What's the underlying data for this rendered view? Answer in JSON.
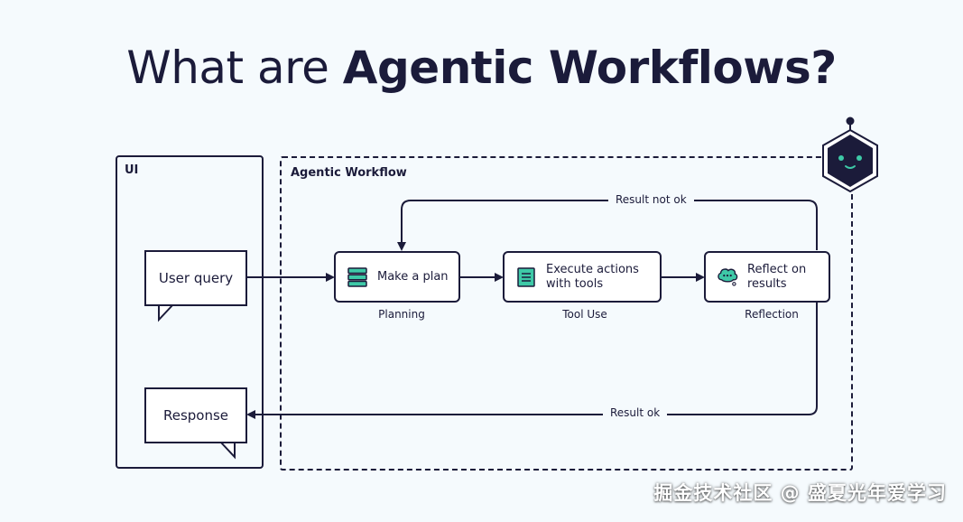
{
  "title": {
    "light": "What are ",
    "bold": "Agentic Workflows?"
  },
  "panels": {
    "ui": "UI",
    "workflow": "Agentic Workflow"
  },
  "bubbles": {
    "query": "User query",
    "response": "Response"
  },
  "nodes": {
    "plan": {
      "label": "Make a plan",
      "caption": "Planning",
      "icon": "stack-icon"
    },
    "tools": {
      "label": "Execute actions\nwith tools",
      "caption": "Tool Use",
      "icon": "document-icon"
    },
    "reflect": {
      "label": "Reflect on\nresults",
      "caption": "Reflection",
      "icon": "thought-bubble-icon"
    }
  },
  "edges": {
    "not_ok": "Result not ok",
    "ok": "Result ok"
  },
  "watermark": "掘金技术社区 @ 盛夏光年爱学习",
  "colors": {
    "ink": "#1b1b3a",
    "accent": "#3ec9a7",
    "background": "#f5fafd"
  }
}
